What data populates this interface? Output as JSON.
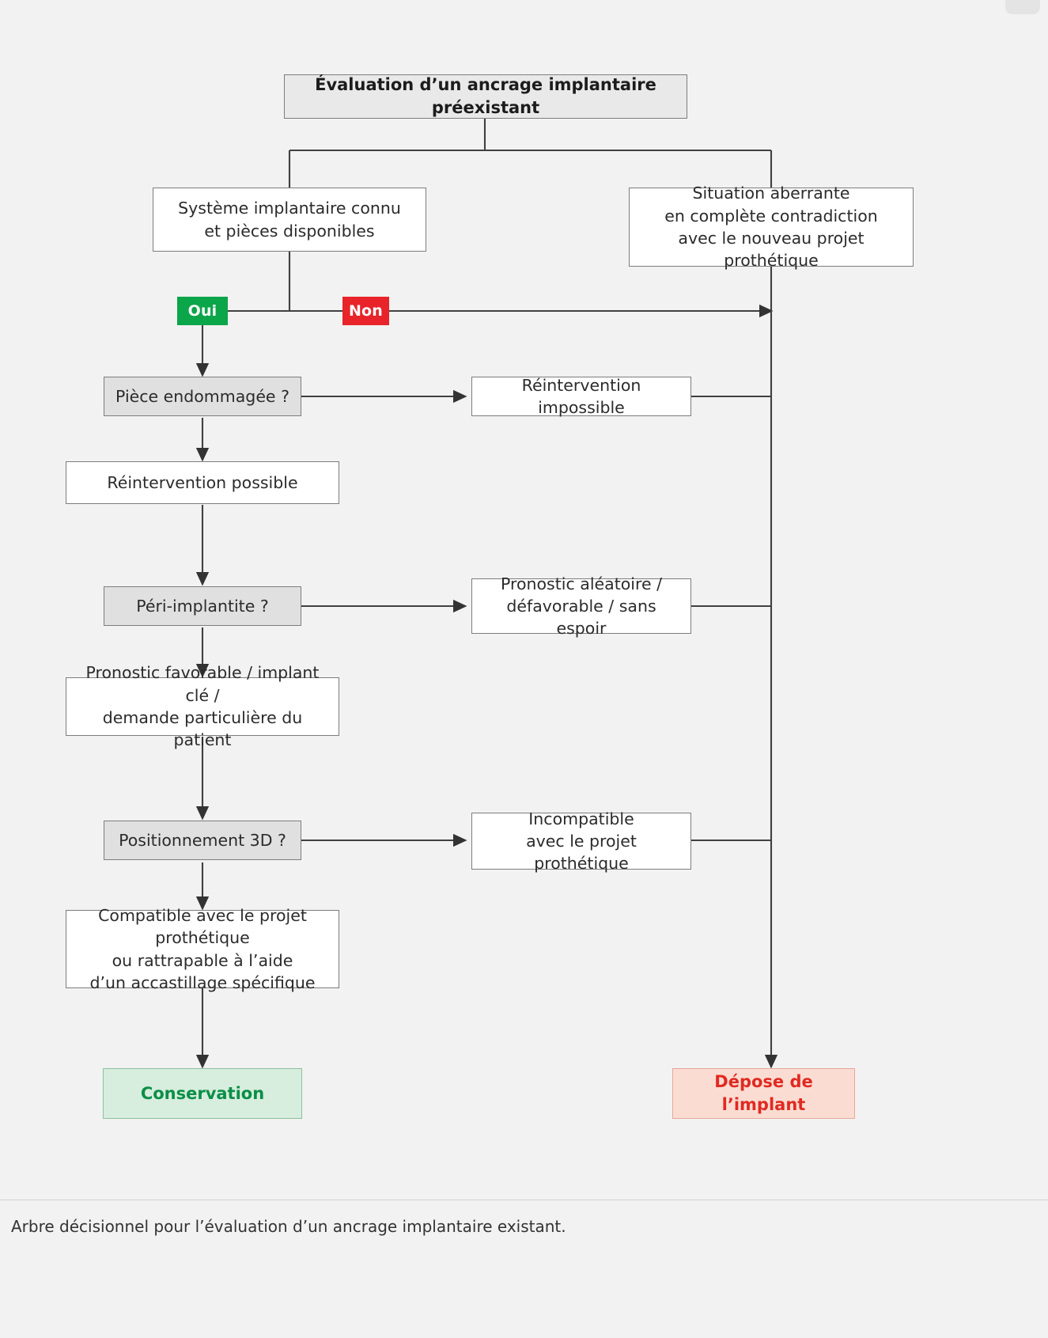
{
  "figure": {
    "caption": "Arbre décisionnel pour l’évaluation d’un ancrage implantaire existant.",
    "background_color": "#f2f2f2",
    "line_color": "#404040"
  },
  "colors": {
    "yes_badge": "#0ba54a",
    "no_badge": "#e8232a",
    "decision_box": "#e0e0e0",
    "header_box": "#e9e9e9",
    "conservation_fill": "#d7edde",
    "conservation_text": "#0a8f46",
    "depose_fill": "#fbdcd2",
    "depose_text": "#e02a22"
  },
  "flowchart": {
    "type": "decision-tree",
    "title": "Évaluation d’un ancrage implantaire préexistant",
    "nodes": {
      "root": "Évaluation d’un ancrage implantaire préexistant",
      "known_system_l1": "Système implantaire connu",
      "known_system_l2": "et pièces disponibles",
      "aberrant_l1": "Situation aberrante",
      "aberrant_l2": "en complète contradiction",
      "aberrant_l3": "avec le nouveau projet prothétique",
      "damaged_part": "Pièce endommagée ?",
      "reintervention_impossible": "Réintervention impossible",
      "reintervention_possible": "Réintervention possible",
      "periimplantitis": "Péri-implantite ?",
      "prognosis_bad_l1": "Pronostic aléatoire /",
      "prognosis_bad_l2": "défavorable / sans espoir",
      "prognosis_good_l1": "Pronostic favorable / implant clé /",
      "prognosis_good_l2": "demande particulière du patient",
      "positioning_3d": "Positionnement 3D ?",
      "incompatible_l1": "Incompatible",
      "incompatible_l2": "avec le projet prothétique",
      "compatible_l1": "Compatible avec le projet prothétique",
      "compatible_l2": "ou rattrapable à l’aide",
      "compatible_l3": "d’un accastillage spécifique",
      "conservation": "Conservation",
      "depose": "Dépose de l’implant"
    },
    "branch_labels": {
      "yes": "Oui",
      "no": "Non"
    }
  }
}
